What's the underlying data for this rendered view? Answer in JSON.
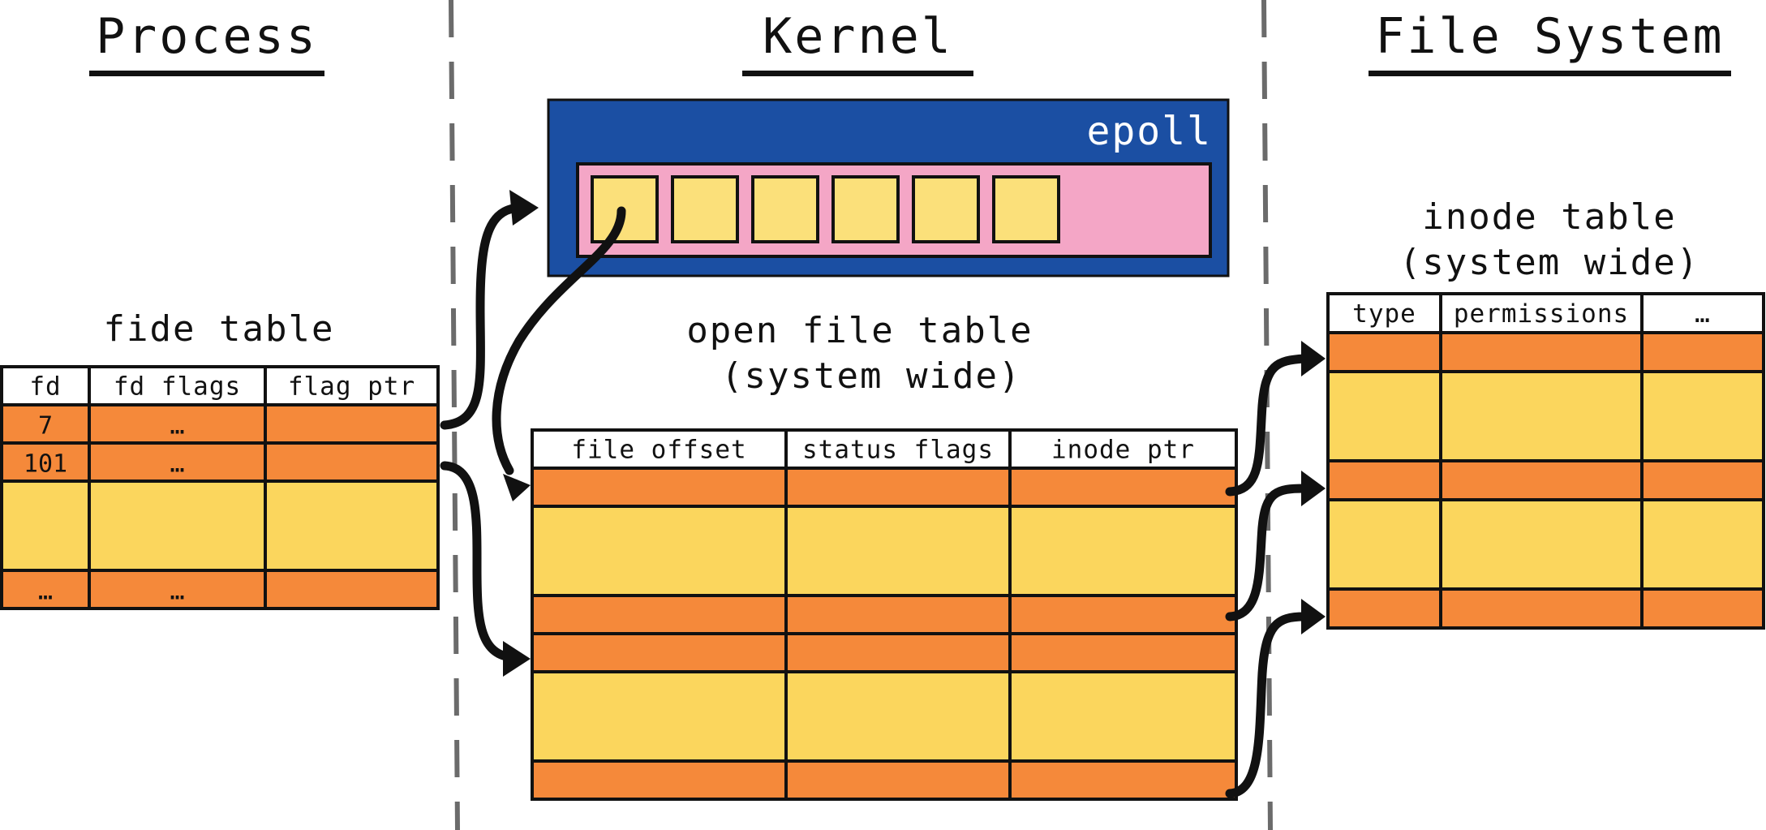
{
  "sections": {
    "process": "Process",
    "kernel": "Kernel",
    "filesystem": "File System"
  },
  "fd_table": {
    "caption": "fide table",
    "headers": [
      "fd",
      "fd flags",
      "flag ptr"
    ],
    "rows": [
      {
        "cells": [
          "7",
          "…",
          ""
        ],
        "tall": false
      },
      {
        "cells": [
          "101",
          "…",
          ""
        ],
        "tall": false
      },
      {
        "cells": [
          "",
          "",
          ""
        ],
        "tall": true
      },
      {
        "cells": [
          "…",
          "…",
          ""
        ],
        "tall": false
      }
    ]
  },
  "epoll": {
    "label": "epoll",
    "slot_count": 6
  },
  "open_file_table": {
    "caption": "open file table\n (system wide)",
    "headers": [
      "file offset",
      "status flags",
      "inode ptr"
    ],
    "rows": [
      {
        "tall": false
      },
      {
        "tall": true
      },
      {
        "tall": false
      },
      {
        "tall": false
      },
      {
        "tall": true
      },
      {
        "tall": false
      }
    ]
  },
  "inode_table": {
    "caption": "inode table\n(system wide)",
    "headers": [
      "type",
      "permissions",
      "…"
    ],
    "rows": [
      {
        "tall": false
      },
      {
        "tall": true
      },
      {
        "tall": false
      },
      {
        "tall": true
      },
      {
        "tall": false
      }
    ]
  },
  "colors": {
    "orange": "#f5893a",
    "yellow": "#fbd65d",
    "epoll_blue": "#1b4fa3",
    "epoll_pink": "#f4a6c6",
    "slot_yellow": "#fbe07a",
    "divider": "#6b6b6b",
    "ink": "#111111"
  }
}
